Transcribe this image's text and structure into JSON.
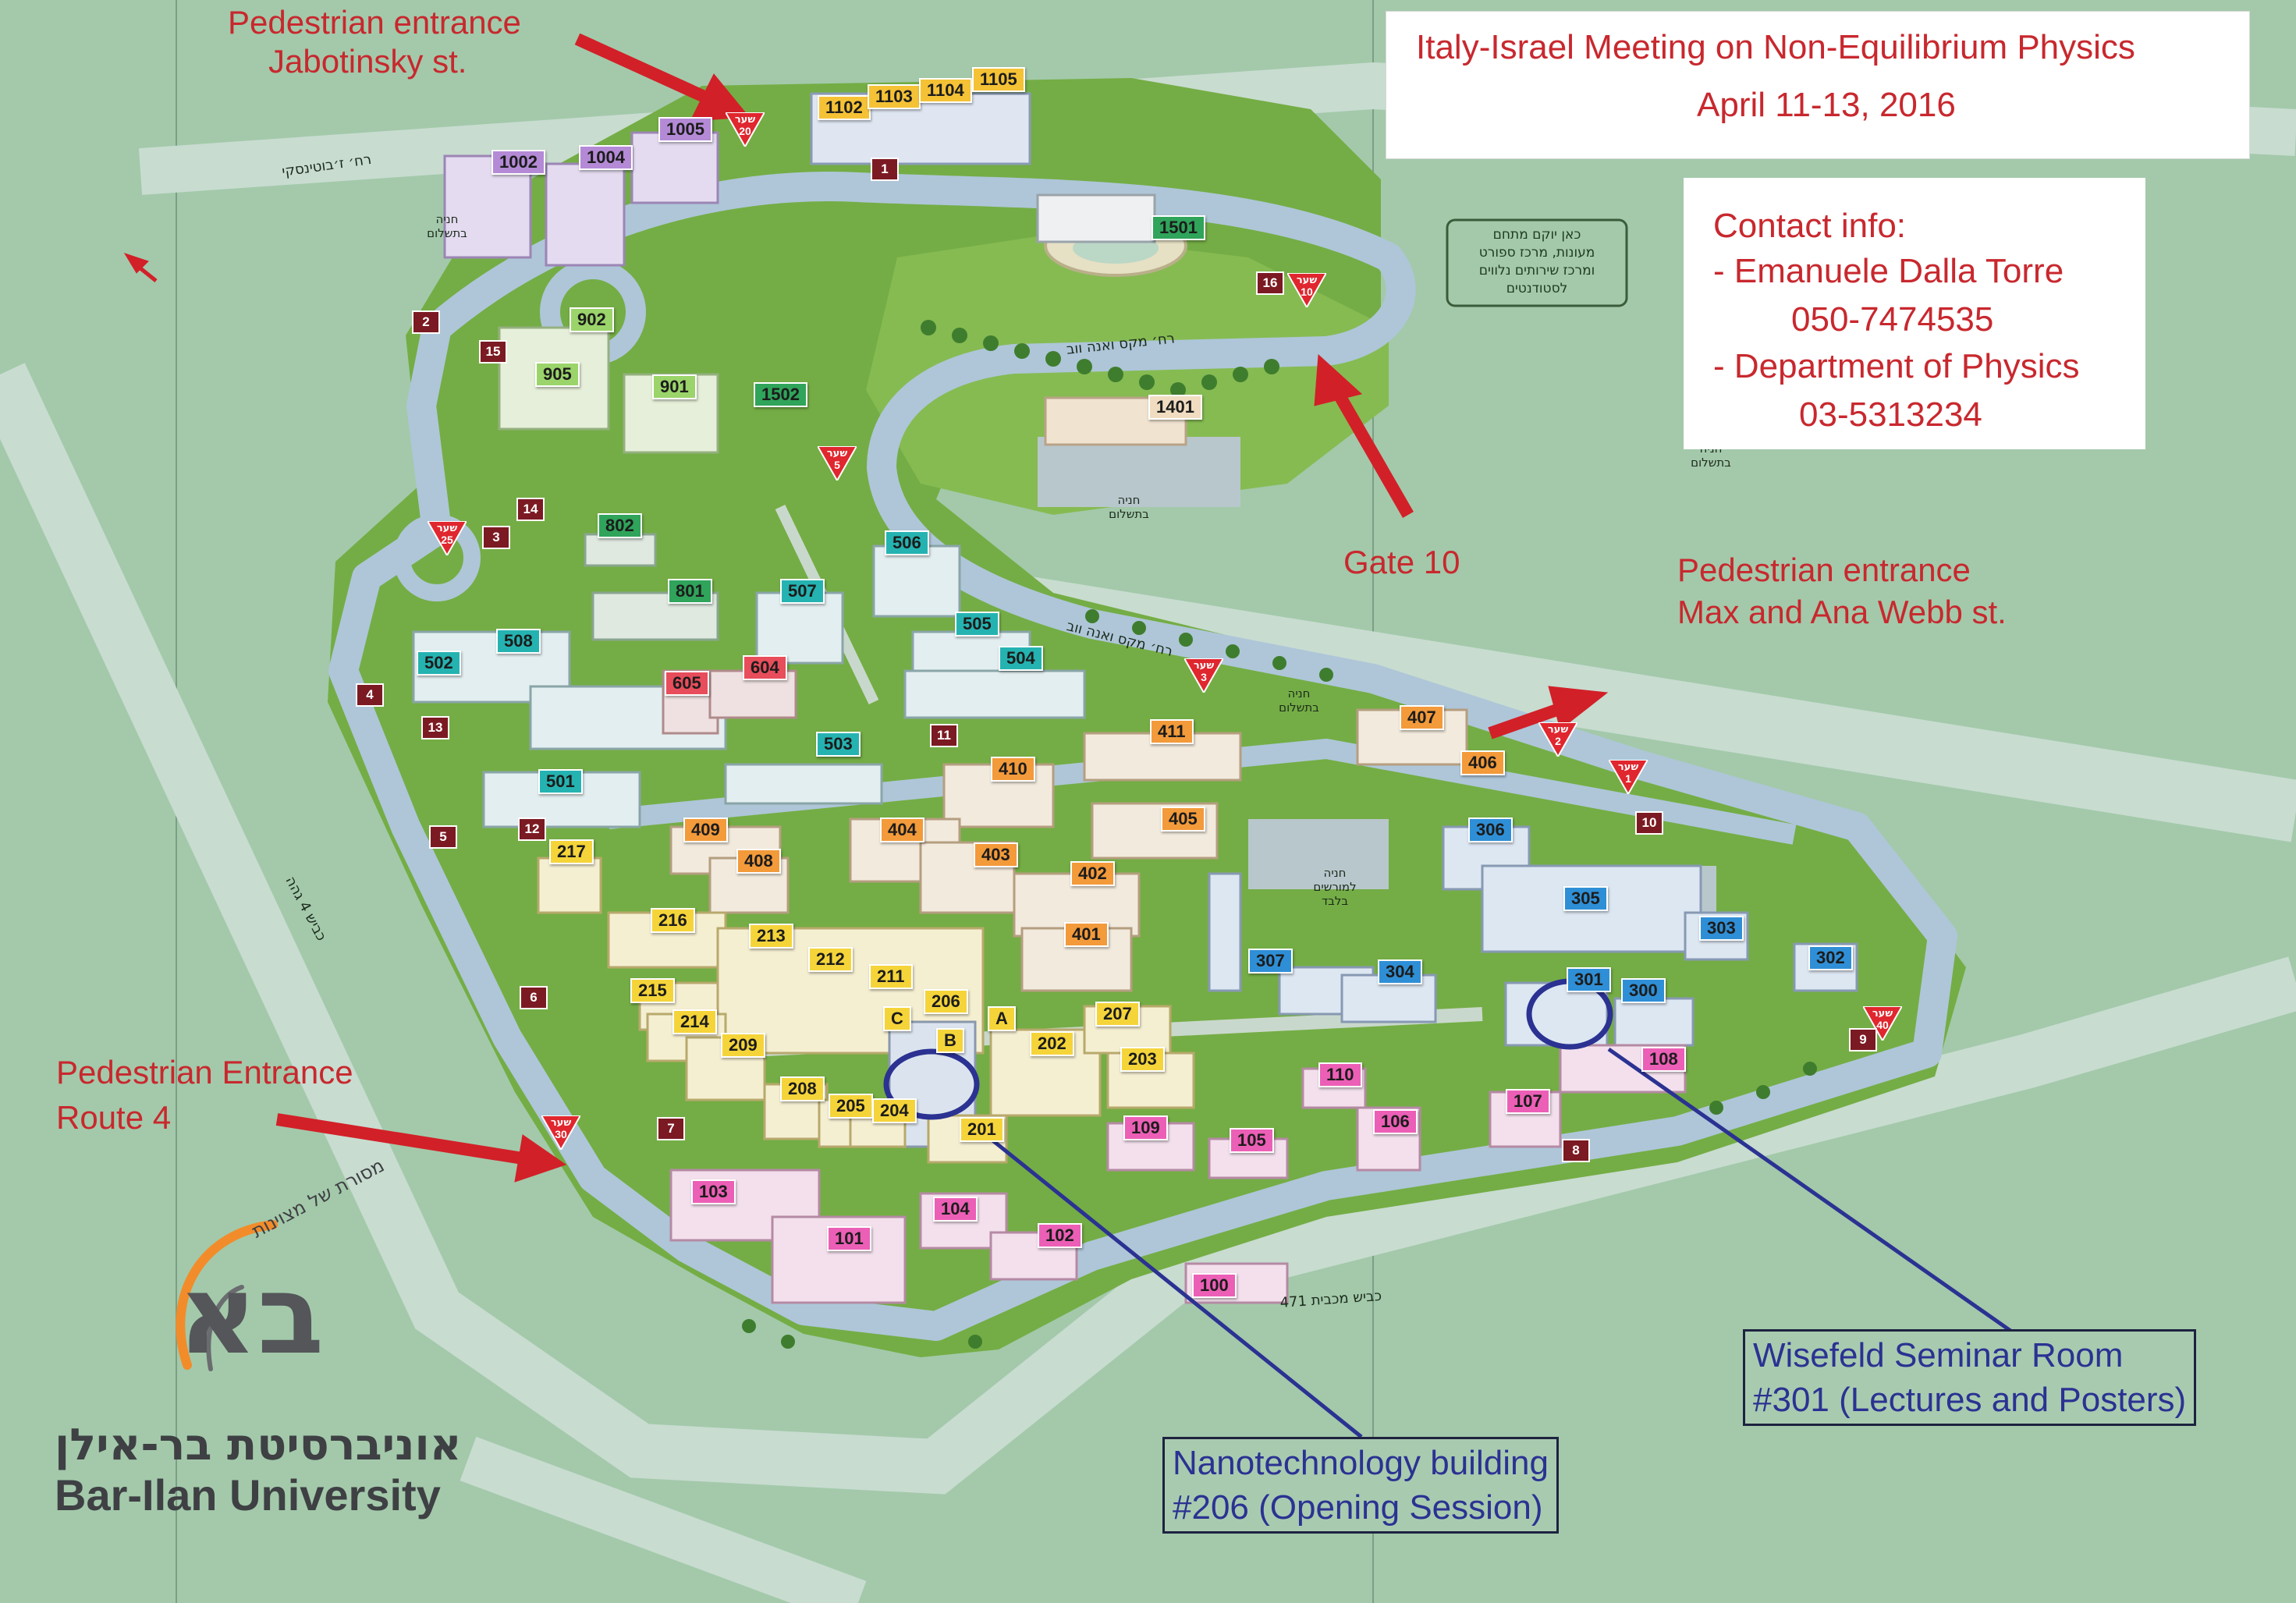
{
  "event": {
    "title": "Italy-Israel Meeting on Non-Equilibrium Physics",
    "dates": "April 11-13, 2016"
  },
  "contact": {
    "heading": "Contact info:",
    "lines": [
      "- Emanuele Dalla Torre",
      "050-7474535",
      "- Department of Physics",
      "03-5313234"
    ]
  },
  "annotations": {
    "pedestrian_jabotinsky": [
      "Pedestrian entrance",
      "Jabotinsky st."
    ],
    "gate10": "Gate 10",
    "pedestrian_webb": [
      "Pedestrian entrance",
      "Max and Ana Webb st."
    ],
    "pedestrian_route4": [
      "Pedestrian Entrance",
      "Route 4"
    ],
    "seminar_room": [
      "Wisefeld Seminar Room",
      "#301 (Lectures and Posters)"
    ],
    "nano_building": [
      "Nanotechnology building",
      "#206 (Opening Session)"
    ]
  },
  "logo": {
    "hebrew_name": "אוניברסיטת בר-אילן",
    "english_name": "Bar-Ilan University",
    "tagline": "מסורת של מצוינות",
    "mark": "בא"
  },
  "colors": {
    "background": "#a3c9aa",
    "lawn": "#74ad45",
    "road": "#aec6d8",
    "annotation_red": "#c8282e",
    "annotation_blue": "#2b3292"
  },
  "buildings": [
    {
      "id": "1002",
      "color": "#b48ad6"
    },
    {
      "id": "1004",
      "color": "#b48ad6"
    },
    {
      "id": "1005",
      "color": "#b48ad6"
    },
    {
      "id": "1102",
      "color": "#f5c236"
    },
    {
      "id": "1103",
      "color": "#f5c236"
    },
    {
      "id": "1104",
      "color": "#f5c236"
    },
    {
      "id": "1105",
      "color": "#f5c236"
    },
    {
      "id": "1501",
      "color": "#2fa45a"
    },
    {
      "id": "1502",
      "color": "#2fa45a"
    },
    {
      "id": "1401",
      "color": "#f0dcc0"
    },
    {
      "id": "902",
      "color": "#9bd46a"
    },
    {
      "id": "905",
      "color": "#9bd46a"
    },
    {
      "id": "901",
      "color": "#9bd46a"
    },
    {
      "id": "802",
      "color": "#2fa45a"
    },
    {
      "id": "801",
      "color": "#2fa45a"
    },
    {
      "id": "506",
      "color": "#25b3b1"
    },
    {
      "id": "507",
      "color": "#25b3b1"
    },
    {
      "id": "505",
      "color": "#25b3b1"
    },
    {
      "id": "504",
      "color": "#25b3b1"
    },
    {
      "id": "508",
      "color": "#25b3b1"
    },
    {
      "id": "502",
      "color": "#25b3b1"
    },
    {
      "id": "503",
      "color": "#25b3b1"
    },
    {
      "id": "501",
      "color": "#25b3b1"
    },
    {
      "id": "605",
      "color": "#e84d5b"
    },
    {
      "id": "604",
      "color": "#e84d5b"
    },
    {
      "id": "411",
      "color": "#f39a3a"
    },
    {
      "id": "407",
      "color": "#f39a3a"
    },
    {
      "id": "406",
      "color": "#f39a3a"
    },
    {
      "id": "410",
      "color": "#f39a3a"
    },
    {
      "id": "409",
      "color": "#f39a3a"
    },
    {
      "id": "408",
      "color": "#f39a3a"
    },
    {
      "id": "404",
      "color": "#f39a3a"
    },
    {
      "id": "403",
      "color": "#f39a3a"
    },
    {
      "id": "405",
      "color": "#f39a3a"
    },
    {
      "id": "402",
      "color": "#f39a3a"
    },
    {
      "id": "401",
      "color": "#f39a3a"
    },
    {
      "id": "306",
      "color": "#2f8fd6"
    },
    {
      "id": "305",
      "color": "#2f8fd6"
    },
    {
      "id": "303",
      "color": "#2f8fd6"
    },
    {
      "id": "302",
      "color": "#2f8fd6"
    },
    {
      "id": "307",
      "color": "#2f8fd6"
    },
    {
      "id": "304",
      "color": "#2f8fd6"
    },
    {
      "id": "301",
      "color": "#2f8fd6"
    },
    {
      "id": "300",
      "color": "#2f8fd6"
    },
    {
      "id": "217",
      "color": "#f5d43a"
    },
    {
      "id": "216",
      "color": "#f5d43a"
    },
    {
      "id": "213",
      "color": "#f5d43a"
    },
    {
      "id": "212",
      "color": "#f5d43a"
    },
    {
      "id": "211",
      "color": "#f5d43a"
    },
    {
      "id": "215",
      "color": "#f5d43a"
    },
    {
      "id": "214",
      "color": "#f5d43a"
    },
    {
      "id": "209",
      "color": "#f5d43a"
    },
    {
      "id": "206",
      "color": "#f5d43a"
    },
    {
      "id": "C",
      "color": "#f5d43a"
    },
    {
      "id": "B",
      "color": "#f5d43a"
    },
    {
      "id": "A",
      "color": "#f5d43a"
    },
    {
      "id": "207",
      "color": "#f5d43a"
    },
    {
      "id": "202",
      "color": "#f5d43a"
    },
    {
      "id": "203",
      "color": "#f5d43a"
    },
    {
      "id": "208",
      "color": "#f5d43a"
    },
    {
      "id": "205",
      "color": "#f5d43a"
    },
    {
      "id": "204",
      "color": "#f5d43a"
    },
    {
      "id": "201",
      "color": "#f5d43a"
    },
    {
      "id": "110",
      "color": "#ec5fb6"
    },
    {
      "id": "109",
      "color": "#ec5fb6"
    },
    {
      "id": "105",
      "color": "#ec5fb6"
    },
    {
      "id": "106",
      "color": "#ec5fb6"
    },
    {
      "id": "107",
      "color": "#ec5fb6"
    },
    {
      "id": "108",
      "color": "#ec5fb6"
    },
    {
      "id": "103",
      "color": "#ec5fb6"
    },
    {
      "id": "101",
      "color": "#ec5fb6"
    },
    {
      "id": "104",
      "color": "#ec5fb6"
    },
    {
      "id": "102",
      "color": "#ec5fb6"
    },
    {
      "id": "100",
      "color": "#ec5fb6"
    }
  ],
  "gates": [
    {
      "id": "gate-20",
      "word": "שער",
      "num": "20"
    },
    {
      "id": "gate-10",
      "word": "שער",
      "num": "10"
    },
    {
      "id": "gate-5",
      "word": "שער",
      "num": "5"
    },
    {
      "id": "gate-25",
      "word": "שער",
      "num": "25"
    },
    {
      "id": "gate-3",
      "word": "שער",
      "num": "3"
    },
    {
      "id": "gate-2",
      "word": "שער",
      "num": "2"
    },
    {
      "id": "gate-1",
      "word": "שער",
      "num": "1"
    },
    {
      "id": "gate-40",
      "word": "שער",
      "num": "40"
    },
    {
      "id": "gate-30",
      "word": "שער",
      "num": "30"
    }
  ],
  "parking_markers": [
    "1",
    "2",
    "3",
    "4",
    "5",
    "6",
    "7",
    "8",
    "9",
    "10",
    "11",
    "12",
    "13",
    "14",
    "15",
    "16"
  ],
  "road_labels": [
    "רח׳ ז׳בוטינסקי",
    "רח׳ מקס ואנה ווב",
    "רח׳ מקס ואנה ווב",
    "כביש 4 גהה",
    "כביש מכבית 471"
  ],
  "place_labels": [
    "חניה בתשלום",
    "חניה בתשלום",
    "חניה בתשלום",
    "חניה בתשלום",
    "חניה למורשים בלבד"
  ],
  "future_complex_note": [
    "כאן יוקם מתחם",
    "מעונות, מרכז ספורט",
    "ומרכז שירותים נלווים",
    "לסטודנטים"
  ]
}
